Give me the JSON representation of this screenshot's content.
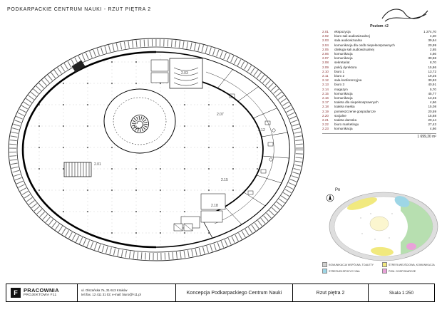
{
  "page": {
    "title": "PODKARPACKIE CENTRUM NAUKI - RZUT PIĘTRA 2"
  },
  "legend": {
    "header": "Poziom +2",
    "rows": [
      {
        "num": "2.01",
        "name": "ekspozycja",
        "area": "1 274,70"
      },
      {
        "num": "2.02",
        "name": "biuro sali audiowizualnej",
        "area": "4,20"
      },
      {
        "num": "2.03",
        "name": "sala audiowizualna",
        "area": "39,64"
      },
      {
        "num": "2.04",
        "name": "komunikacja dla osób niepełnosprawnych",
        "area": "20,99"
      },
      {
        "num": "2.05",
        "name": "obsługa sali audiowizualnej",
        "area": "2,65"
      },
      {
        "num": "2.06",
        "name": "komunikacja",
        "area": "4,66"
      },
      {
        "num": "2.07",
        "name": "komunikacja",
        "area": "30,58"
      },
      {
        "num": "2.08",
        "name": "sekretariat",
        "area": "8,70"
      },
      {
        "num": "2.09",
        "name": "pokój dyrektora",
        "area": "15,86"
      },
      {
        "num": "2.10",
        "name": "biuro 1",
        "area": "13,72"
      },
      {
        "num": "2.11",
        "name": "biuro 2",
        "area": "19,25"
      },
      {
        "num": "2.12",
        "name": "sala konferencyjna",
        "area": "30,93"
      },
      {
        "num": "2.13",
        "name": "biuro 3",
        "area": "40,91"
      },
      {
        "num": "2.14",
        "name": "magazyn",
        "area": "5,70"
      },
      {
        "num": "2.15",
        "name": "komunikacja",
        "area": "45,77"
      },
      {
        "num": "2.16",
        "name": "komunikacja",
        "area": "13,45"
      },
      {
        "num": "2.17",
        "name": "toaleta dla niepełnosprawnych",
        "area": "4,66"
      },
      {
        "num": "2.18",
        "name": "toaleta męska",
        "area": "15,08"
      },
      {
        "num": "2.19",
        "name": "pomieszczenie gospodarcze",
        "area": "20,59"
      },
      {
        "num": "2.20",
        "name": "socjalne",
        "area": "15,68"
      },
      {
        "num": "2.21",
        "name": "toaleta damska",
        "area": "20,14"
      },
      {
        "num": "2.22",
        "name": "biuro marketingu",
        "area": "27,43"
      },
      {
        "num": "2.23",
        "name": "komunikacja",
        "area": "4,66"
      }
    ],
    "total": "1 699,20 m²"
  },
  "plan": {
    "labels": [
      "2.01",
      "2.03",
      "2.07",
      "2.12",
      "2.15",
      "2.18"
    ]
  },
  "minimap": {
    "north_label": "Pn",
    "legend": [
      {
        "label": "KOMUNIKACJA WSPÓLNA, TOALETY",
        "color": "#cfcfcf"
      },
      {
        "label": "STREFA WEJŚCIOWA, KOMUNIKACJA",
        "color": "#f1e97e"
      },
      {
        "label": "STREFA EKSPOZYCYJNA",
        "color": "#9ed6e6"
      },
      {
        "label": "POM. GOSPODARCZE",
        "color": "#e9a2d9"
      }
    ]
  },
  "titleblock": {
    "firm_line1": "PRACOWNIA",
    "firm_line2": "PROJEKTOWA F11",
    "firm_icon": "F",
    "address_line1": "ul. Olszańska 7a, 31-513 Kraków",
    "address_line2": "tel./fax. 12 411 31 02; e-mail: biuro@f-11.pl",
    "project": "Koncepcja Podkarpackiego Centrum Nauki",
    "sheet": "Rzut piętra 2",
    "scale": "Skala 1:250"
  }
}
